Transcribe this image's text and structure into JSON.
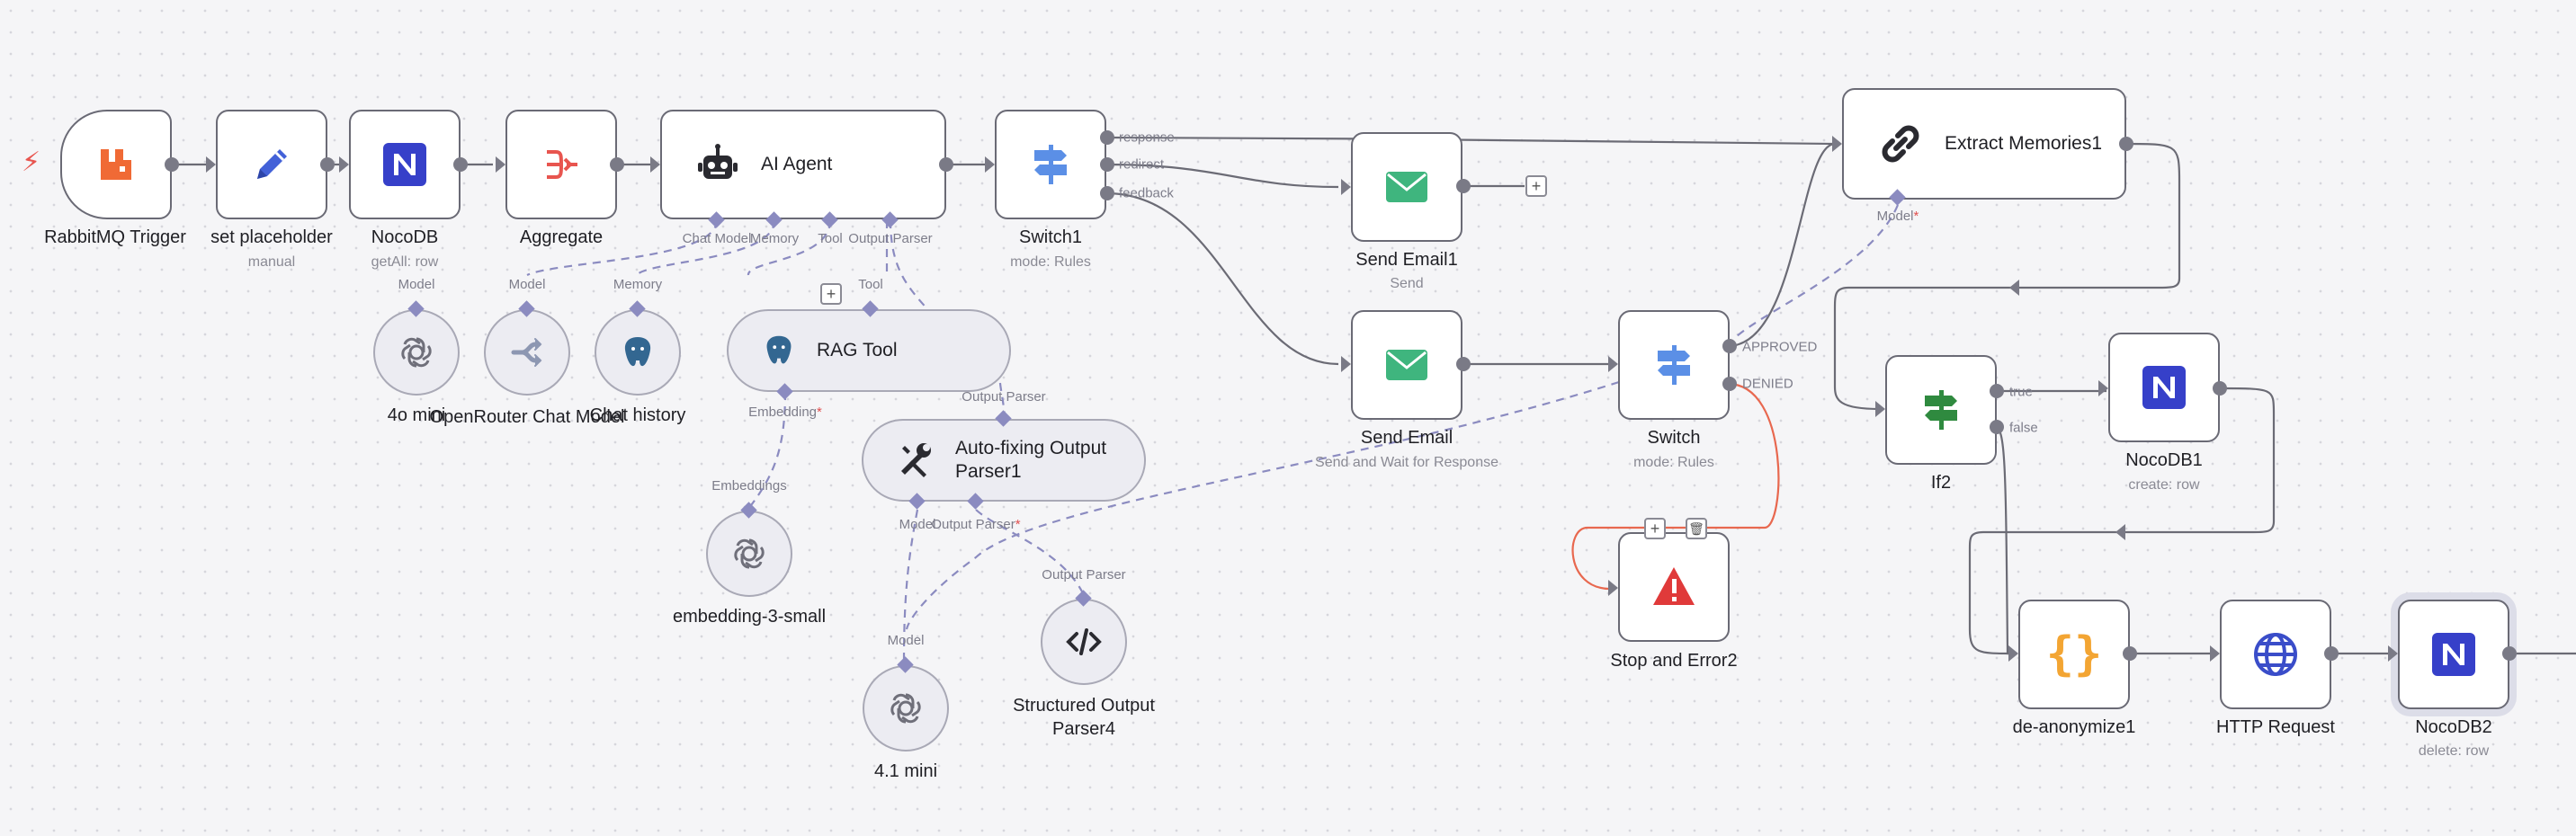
{
  "colors": {
    "canvas": "#f5f5f7",
    "node_border": "#6a6a75",
    "sub_node_fill": "#ececf2",
    "wire": "#6b6b75",
    "ai_wire": "#8b8bc0",
    "error_wire": "#e8684f",
    "accent": "#8b8bc0"
  },
  "nodes": {
    "rabbitmq": {
      "title": "RabbitMQ Trigger",
      "icon": "rabbitmq-icon"
    },
    "set_placeholder": {
      "title": "set placeholder",
      "sub": "manual",
      "icon": "pencil-icon"
    },
    "nocodb": {
      "title": "NocoDB",
      "sub": "getAll: row",
      "icon": "nocodb-icon"
    },
    "aggregate": {
      "title": "Aggregate",
      "icon": "aggregate-icon"
    },
    "ai_agent": {
      "title": "AI Agent",
      "icon": "robot-icon"
    },
    "switch1": {
      "title": "Switch1",
      "sub": "mode: Rules",
      "icon": "signpost-icon"
    },
    "send_email1": {
      "title": "Send Email1",
      "sub": "Send",
      "icon": "envelope-icon"
    },
    "send_email": {
      "title": "Send Email",
      "sub": "Send and Wait for Response",
      "icon": "envelope-icon"
    },
    "switch": {
      "title": "Switch",
      "sub": "mode: Rules",
      "icon": "signpost-icon"
    },
    "stop_error": {
      "title": "Stop and Error2",
      "icon": "warning-icon"
    },
    "extract_memories": {
      "title": "Extract Memories1",
      "icon": "link-icon"
    },
    "if2": {
      "title": "If2",
      "icon": "signpost-icon"
    },
    "nocodb1": {
      "title": "NocoDB1",
      "sub": "create: row",
      "icon": "nocodb-icon"
    },
    "deanonymize": {
      "title": "de-anonymize1",
      "icon": "code-braces-icon"
    },
    "http_request": {
      "title": "HTTP Request",
      "icon": "globe-icon"
    },
    "nocodb2": {
      "title": "NocoDB2",
      "sub": "delete: row",
      "icon": "nocodb-icon"
    },
    "gpt4o_mini": {
      "title": "4o mini",
      "icon": "openai-icon"
    },
    "openrouter": {
      "title": "OpenRouter Chat Model",
      "icon": "openrouter-icon"
    },
    "chat_history": {
      "title": "Chat history",
      "icon": "postgres-icon"
    },
    "rag_tool": {
      "title": "RAG Tool",
      "icon": "postgres-icon"
    },
    "autofix": {
      "title": "Auto-fixing Output Parser1",
      "icon": "tools-icon"
    },
    "embedding": {
      "title": "embedding-3-small",
      "icon": "openai-icon"
    },
    "gpt41_mini": {
      "title": "4.1 mini",
      "icon": "openai-icon"
    },
    "structured": {
      "title": "Structured Output Parser4",
      "icon": "code-icon"
    }
  },
  "labels": {
    "chat_model": "Chat Model",
    "memory": "Memory",
    "tool": "Tool",
    "output_parser": "Output Parser",
    "model": "Model",
    "embedding": "Embedding",
    "embeddings": "Embeddings",
    "response": "response",
    "redirect": "redirect",
    "feedback": "feedback",
    "approved": "APPROVED",
    "denied": "DENIED",
    "true": "true",
    "false": "false",
    "required": "*"
  },
  "buttons": {
    "add": "+",
    "delete": "🗑"
  }
}
